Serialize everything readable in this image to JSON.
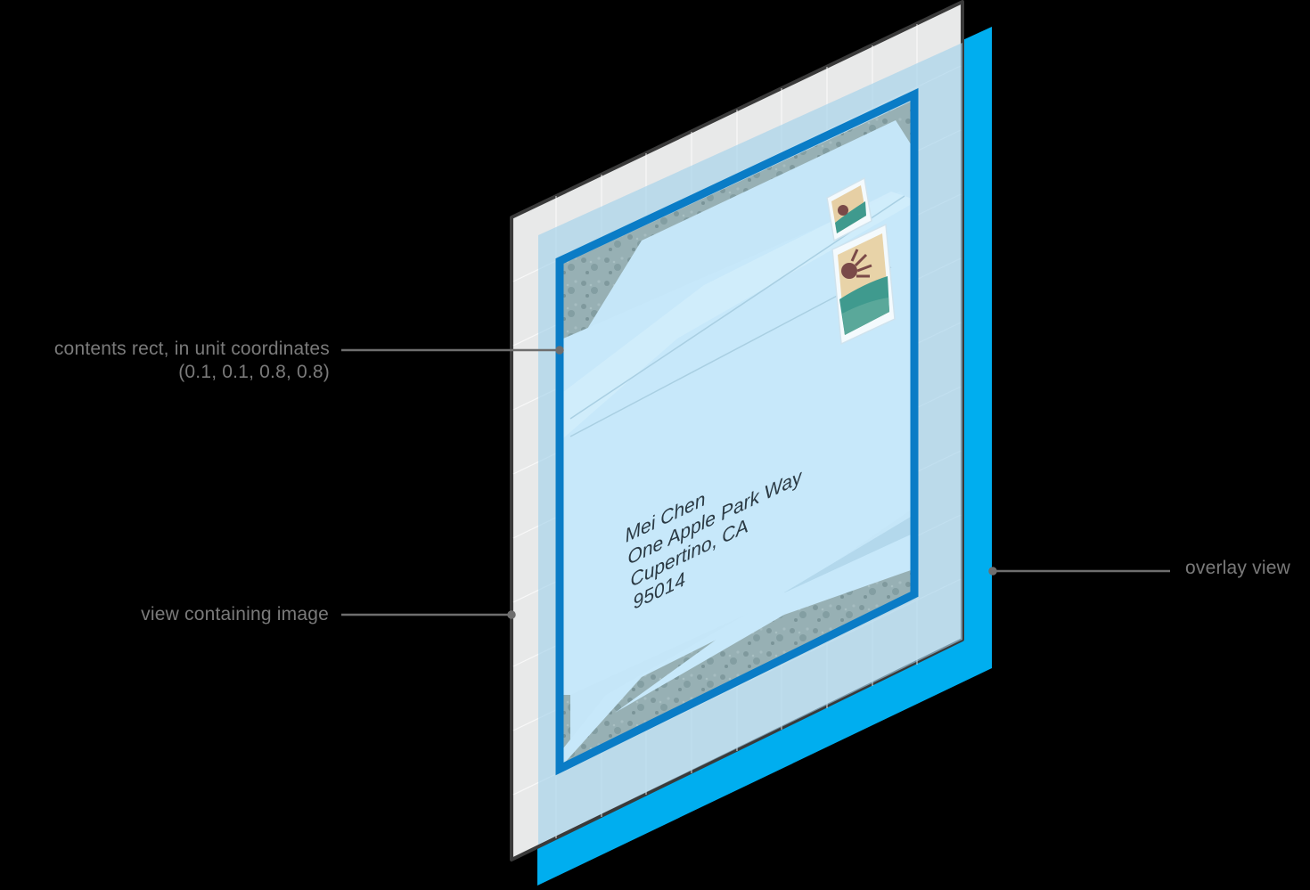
{
  "diagram": {
    "labels": {
      "contents_rect_line1": "contents rect, in unit coordinates",
      "contents_rect_line2": "(0.1, 0.1, 0.8, 0.8)",
      "view_containing_image": "view containing image",
      "overlay_view": "overlay view"
    },
    "envelope_address": {
      "name": "Mei Chen",
      "street": "One Apple Park Way",
      "city": "Cupertino, CA",
      "zip": "95014"
    },
    "colors": {
      "background": "#000000",
      "label_text": "#7a7a7a",
      "leader_line": "#6e6e6e",
      "view_plane_fill": "#e8e9e9",
      "view_plane_border": "#3a3a3a",
      "overlay_view": "#00aeef",
      "overlay_tint": "#b7d9ea",
      "contents_rect_border": "#0a7cc6",
      "envelope": "#c7e8fa",
      "texture": "#8fa9ad",
      "stamp_sun": "#7a4a48",
      "stamp_sky": "#e8d3a8",
      "stamp_sea": "#3f9a8e"
    }
  }
}
